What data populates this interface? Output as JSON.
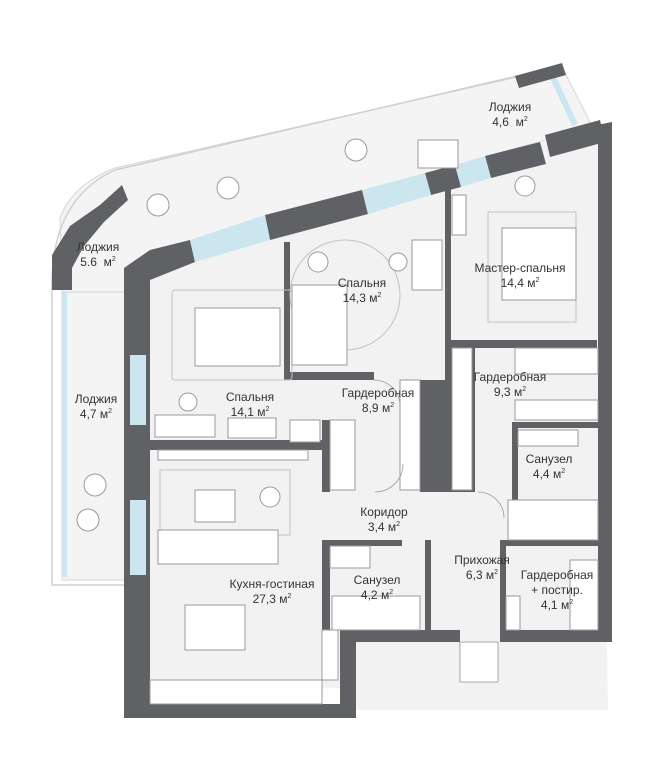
{
  "colors": {
    "wall": "#5f6164",
    "floor": "#f2f2f2",
    "glass": "#cbe6ef",
    "furniture_line": "#9a9a9a",
    "text": "#333333"
  },
  "rooms": [
    {
      "id": "loggia-top",
      "name": "Лоджия",
      "area": "4,6",
      "unit": "м",
      "sup": "2"
    },
    {
      "id": "loggia-left-top",
      "name": "Лоджия",
      "area": "5.6",
      "unit": "м",
      "sup": "2"
    },
    {
      "id": "loggia-left",
      "name": "Лоджия",
      "area": "4,7",
      "unit": "м",
      "sup": "2"
    },
    {
      "id": "bedroom-1",
      "name": "Спальня",
      "area": "14,3",
      "unit": "м",
      "sup": "2"
    },
    {
      "id": "master-bedroom",
      "name": "Мастер-спальня",
      "area": "14,4",
      "unit": "м",
      "sup": "2"
    },
    {
      "id": "bedroom-2",
      "name": "Спальня",
      "area": "14,1",
      "unit": "м",
      "sup": "2"
    },
    {
      "id": "wardrobe-1",
      "name": "Гардеробная",
      "area": "8,9",
      "unit": "м",
      "sup": "2"
    },
    {
      "id": "wardrobe-2",
      "name": "Гардеробная",
      "area": "9,3",
      "unit": "м",
      "sup": "2"
    },
    {
      "id": "bathroom-1",
      "name": "Санузел",
      "area": "4,4",
      "unit": "м",
      "sup": "2"
    },
    {
      "id": "corridor",
      "name": "Коридор",
      "area": "3,4",
      "unit": "м",
      "sup": "2"
    },
    {
      "id": "hallway",
      "name": "Прихожая",
      "area": "6,3",
      "unit": "м",
      "sup": "2"
    },
    {
      "id": "wardrobe-3",
      "name": "Гардеробная\n+ постир.",
      "area": "4,1",
      "unit": "м",
      "sup": "2"
    },
    {
      "id": "bathroom-2",
      "name": "Санузел",
      "area": "4,2",
      "unit": "м",
      "sup": "2"
    },
    {
      "id": "kitchen-living",
      "name": "Кухня-гостиная",
      "area": "27,3",
      "unit": "м",
      "sup": "2"
    }
  ]
}
